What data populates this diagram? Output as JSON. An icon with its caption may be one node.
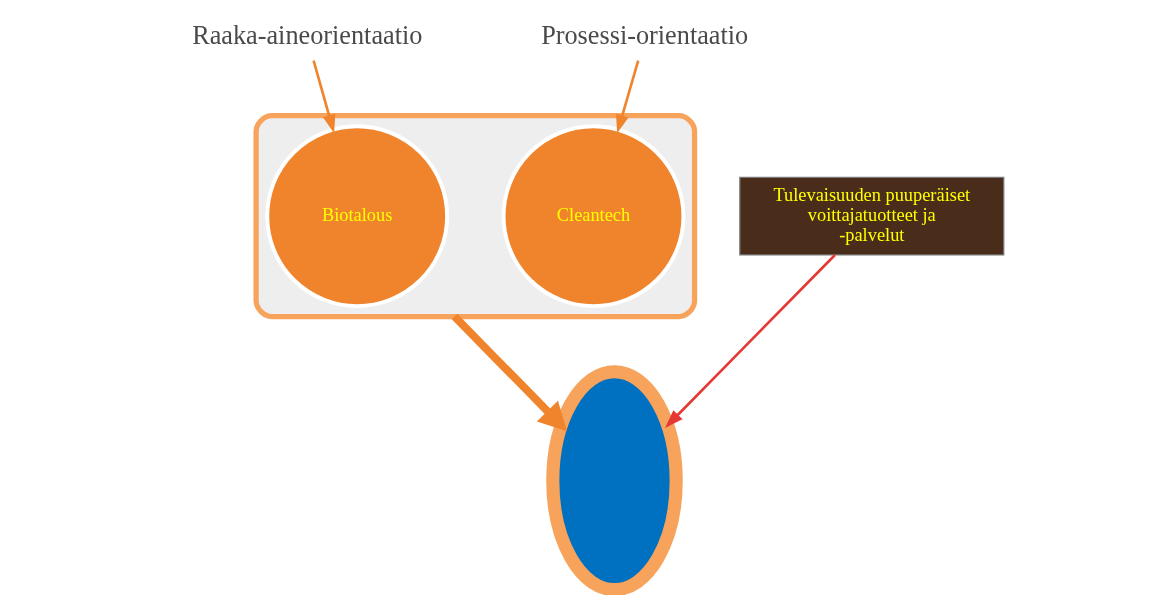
{
  "diagram": {
    "nodes": [
      {
        "text": [
          "Raaka-aineorientaatio"
        ]
      },
      {
        "text": [],
        "shape": "funnel"
      },
      {
        "text": [
          "Biotalous"
        ],
        "in": 1
      },
      {
        "text": [
          "Cleantech"
        ],
        "in": 1
      },
      {
        "text": [
          "Prosessi-orientaatio"
        ]
      },
      {
        "text": [],
        "shape": "ellipse"
      },
      {
        "text": [
          "Tulevaisuuden puuperäiset voittajatuotteet ja -palvelut"
        ]
      }
    ],
    "edges": [
      {
        "from": 0,
        "to": 2,
        "arrow": "to"
      },
      {
        "from": 4,
        "to": 3,
        "arrow": "to"
      },
      {
        "from": 1,
        "to": 5,
        "arrow": "to",
        "style": "thick"
      },
      {
        "from": 6,
        "to": 5,
        "arrow": "to",
        "color": "#e53935"
      }
    ]
  }
}
